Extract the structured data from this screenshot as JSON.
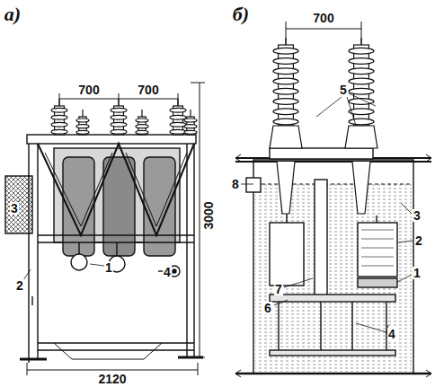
{
  "diagram": {
    "labels": [
      "а)",
      "700",
      "700",
      "3000",
      "3",
      "1",
      "4",
      "2",
      "2120",
      "б)",
      "700",
      "5",
      "8",
      "3",
      "2",
      "1",
      "7",
      "6",
      "4"
    ]
  }
}
